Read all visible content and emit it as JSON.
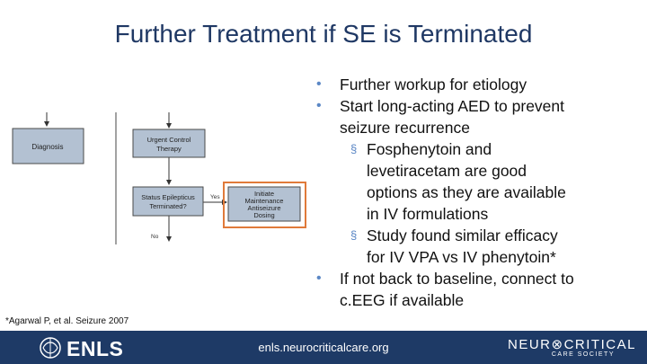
{
  "slide": {
    "title": "Further Treatment if SE is Terminated"
  },
  "flowchart": {
    "diagnosis": "Diagnosis",
    "urgent_control": [
      "Urgent Control",
      "Therapy"
    ],
    "status_epilepticus": [
      "Status Epilepticus",
      "Terminated?"
    ],
    "initiate_maintenance": [
      "Initiate",
      "Maintenance",
      "Antiseizure",
      "Dosing"
    ],
    "yes_label": "Yes",
    "no_label": "No"
  },
  "bullets": {
    "b1": "Further workup for etiology",
    "b2_line1": "Start long-acting AED to prevent",
    "b2_line2": "seizure recurrence",
    "s1_line1": "Fosphenytoin and",
    "s1_line2": "levetiracetam are good",
    "s1_line3": "options as they are available",
    "s1_line4": "in IV formulations",
    "s2_line1": "Study found similar efficacy",
    "s2_line2": "for IV VPA vs IV phenytoin*",
    "b3_line1": "If not back to baseline, connect to",
    "b3_line2": "c.EEG if available",
    "bullet_glyph": "•",
    "sub_glyph": "§"
  },
  "citation": "*Agarwal P, et al. Seizure 2007",
  "footer": {
    "logo_text": "ENLS",
    "url": "enls.neurocriticalcare.org",
    "society_main": "NEUR⊗CRITICAL",
    "society_sub": "CARE SOCIETY"
  },
  "colors": {
    "title": "#1f3864",
    "footer_bg": "#1e3a66",
    "box_fill": "#b3c1d2",
    "highlight_border": "#e07a3a",
    "bullet": "#5b87c5"
  }
}
